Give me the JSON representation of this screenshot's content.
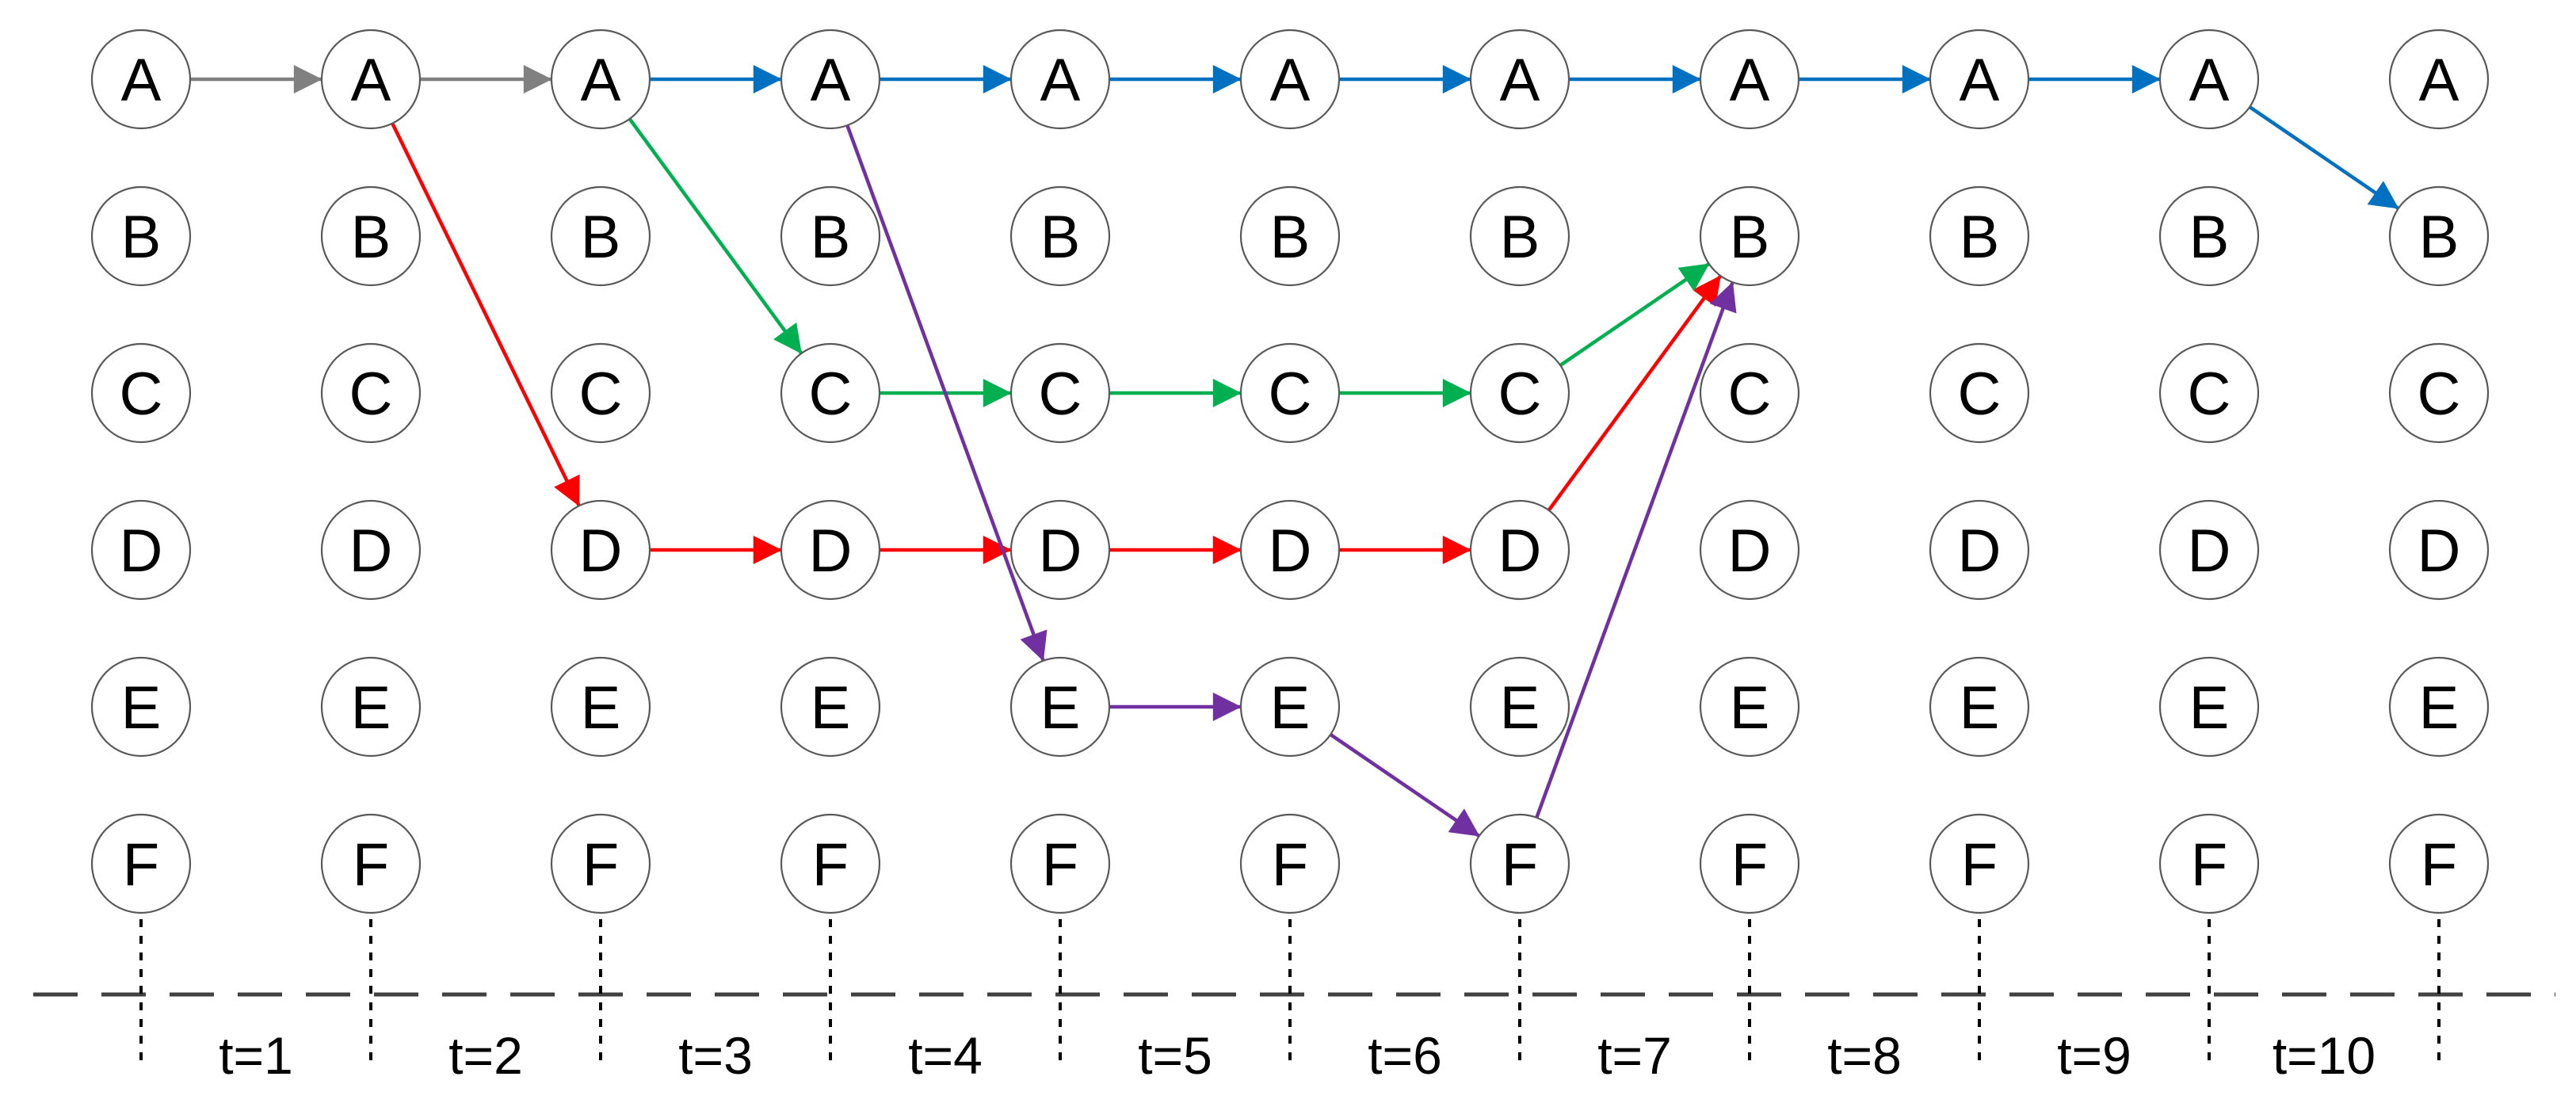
{
  "node_labels": [
    "A",
    "B",
    "C",
    "D",
    "E",
    "F"
  ],
  "time_labels": [
    "t=1",
    "t=2",
    "t=3",
    "t=4",
    "t=5",
    "t=6",
    "t=7",
    "t=8",
    "t=9",
    "t=10"
  ],
  "colors": {
    "gray": "#808080",
    "red": "#ff0000",
    "blue": "#0070c0",
    "green": "#00b050",
    "purple": "#7030a0"
  },
  "paths": [
    {
      "color": "gray",
      "edges": [
        [
          0,
          "A",
          1,
          "A"
        ],
        [
          1,
          "A",
          2,
          "A"
        ]
      ]
    },
    {
      "color": "red",
      "edges": [
        [
          1,
          "A",
          2,
          "D"
        ],
        [
          2,
          "D",
          3,
          "D"
        ],
        [
          3,
          "D",
          4,
          "D"
        ],
        [
          4,
          "D",
          5,
          "D"
        ],
        [
          5,
          "D",
          6,
          "D"
        ],
        [
          6,
          "D",
          7,
          "B"
        ]
      ]
    },
    {
      "color": "blue",
      "edges": [
        [
          2,
          "A",
          3,
          "A"
        ],
        [
          3,
          "A",
          4,
          "A"
        ],
        [
          4,
          "A",
          5,
          "A"
        ],
        [
          5,
          "A",
          6,
          "A"
        ],
        [
          6,
          "A",
          7,
          "A"
        ],
        [
          7,
          "A",
          8,
          "A"
        ],
        [
          8,
          "A",
          9,
          "A"
        ],
        [
          9,
          "A",
          10,
          "B"
        ]
      ]
    },
    {
      "color": "green",
      "edges": [
        [
          2,
          "A",
          3,
          "C"
        ],
        [
          3,
          "C",
          4,
          "C"
        ],
        [
          4,
          "C",
          5,
          "C"
        ],
        [
          5,
          "C",
          6,
          "C"
        ],
        [
          6,
          "C",
          7,
          "B"
        ]
      ]
    },
    {
      "color": "purple",
      "edges": [
        [
          3,
          "A",
          4,
          "E"
        ],
        [
          4,
          "E",
          5,
          "E"
        ],
        [
          5,
          "E",
          6,
          "F"
        ],
        [
          6,
          "F",
          7,
          "B"
        ]
      ]
    }
  ]
}
